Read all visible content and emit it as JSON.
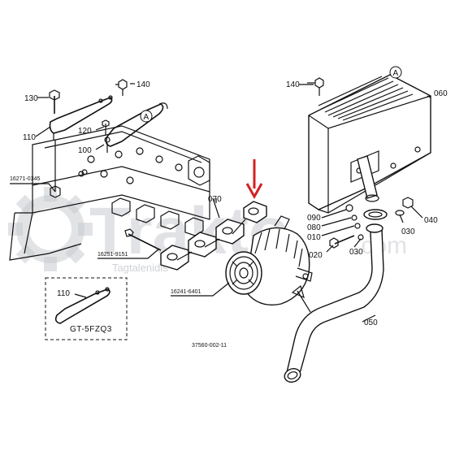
{
  "labels": {
    "p130": "130",
    "p140a": "140",
    "p140b": "140",
    "p110": "110",
    "p120": "120",
    "p100": "100",
    "pA1": "A",
    "pA2": "A",
    "p16271": "16271-0345",
    "p070": "070",
    "p16251": "16251-9151",
    "p16241": "16241-6401",
    "p060": "060",
    "p090": "090",
    "p080": "080",
    "p010": "010",
    "p020": "020",
    "p030a": "030",
    "p030b": "030",
    "p040": "040",
    "p050": "050",
    "inset110": "110",
    "insetCode": "GT-5FZQ3",
    "docCode": "37560-002-11"
  },
  "watermark": {
    "main": "Trakto",
    "suffix": ".com",
    "sub": "Tagtalenidis"
  },
  "colors": {
    "arrow": "#d42020",
    "line": "#111111",
    "watermark": "#c9ccd0"
  }
}
